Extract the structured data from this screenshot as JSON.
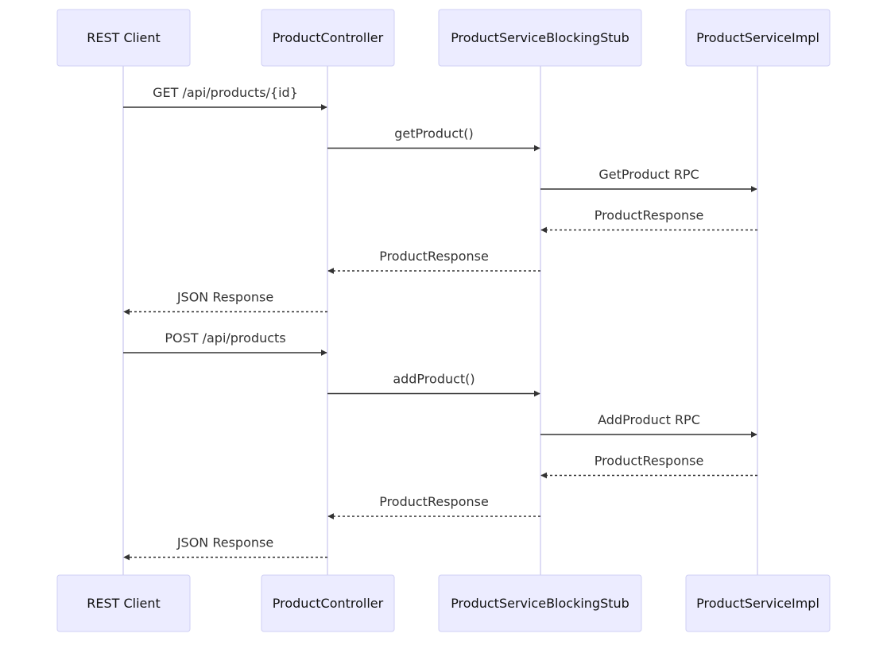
{
  "participants": [
    {
      "id": "rest-client",
      "label": "REST Client"
    },
    {
      "id": "product-controller",
      "label": "ProductController"
    },
    {
      "id": "blocking-stub",
      "label": "ProductServiceBlockingStub"
    },
    {
      "id": "service-impl",
      "label": "ProductServiceImpl"
    }
  ],
  "messages": [
    {
      "from": 0,
      "to": 1,
      "label": "GET /api/products/{id}",
      "style": "solid"
    },
    {
      "from": 1,
      "to": 2,
      "label": "getProduct()",
      "style": "solid"
    },
    {
      "from": 2,
      "to": 3,
      "label": "GetProduct RPC",
      "style": "solid"
    },
    {
      "from": 3,
      "to": 2,
      "label": "ProductResponse",
      "style": "dashed"
    },
    {
      "from": 2,
      "to": 1,
      "label": "ProductResponse",
      "style": "dashed"
    },
    {
      "from": 1,
      "to": 0,
      "label": "JSON Response",
      "style": "dashed"
    },
    {
      "from": 0,
      "to": 1,
      "label": "POST /api/products",
      "style": "solid"
    },
    {
      "from": 1,
      "to": 2,
      "label": "addProduct()",
      "style": "solid"
    },
    {
      "from": 2,
      "to": 3,
      "label": "AddProduct RPC",
      "style": "solid"
    },
    {
      "from": 3,
      "to": 2,
      "label": "ProductResponse",
      "style": "dashed"
    },
    {
      "from": 2,
      "to": 1,
      "label": "ProductResponse",
      "style": "dashed"
    },
    {
      "from": 1,
      "to": 0,
      "label": "JSON Response",
      "style": "dashed"
    }
  ],
  "colors": {
    "actor_fill": "#ECECFF",
    "actor_stroke": "#CFCFF4",
    "lifeline": "#D3D0F2",
    "message_line": "#333333"
  }
}
